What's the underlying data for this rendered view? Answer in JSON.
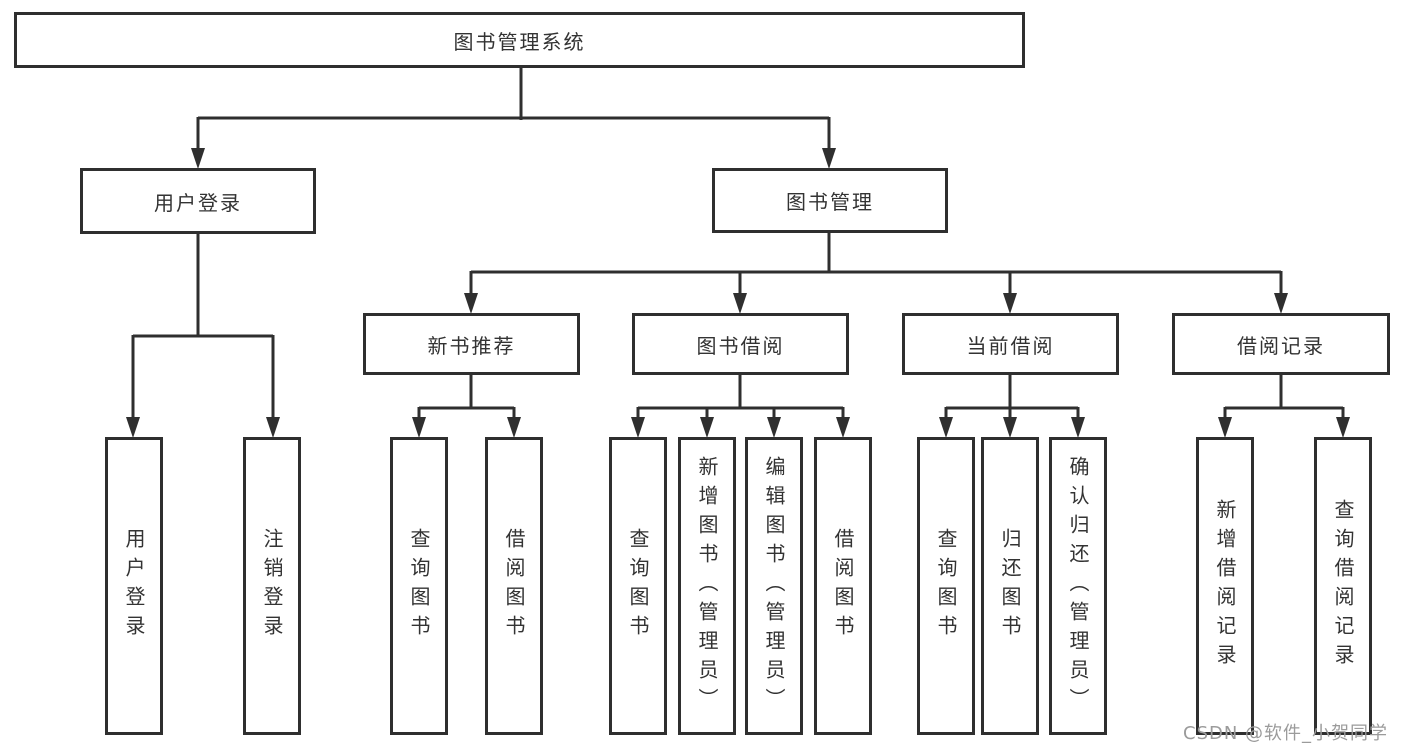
{
  "diagram_title": "图书管理系统",
  "tree": {
    "root": {
      "label": "图书管理系统"
    },
    "branches": [
      {
        "label": "用户登录",
        "children": [
          {
            "label": "用户登录"
          },
          {
            "label": "注销登录"
          }
        ]
      },
      {
        "label": "图书管理",
        "children": [
          {
            "label": "新书推荐",
            "children": [
              {
                "label": "查询图书"
              },
              {
                "label": "借阅图书"
              }
            ]
          },
          {
            "label": "图书借阅",
            "children": [
              {
                "label": "查询图书"
              },
              {
                "label": "新增图书（管理员）"
              },
              {
                "label": "编辑图书（管理员）"
              },
              {
                "label": "借阅图书"
              }
            ]
          },
          {
            "label": "当前借阅",
            "children": [
              {
                "label": "查询图书"
              },
              {
                "label": "归还图书"
              },
              {
                "label": "确认归还（管理员）"
              }
            ]
          },
          {
            "label": "借阅记录",
            "children": [
              {
                "label": "新增借阅记录"
              },
              {
                "label": "查询借阅记录"
              }
            ]
          }
        ]
      }
    ]
  },
  "watermark": {
    "text": "CSDN @软件_小贺同学",
    "color": "#9b9b9b"
  },
  "colors": {
    "line": "#2f2f2f",
    "text": "#333333",
    "background": "#ffffff"
  }
}
